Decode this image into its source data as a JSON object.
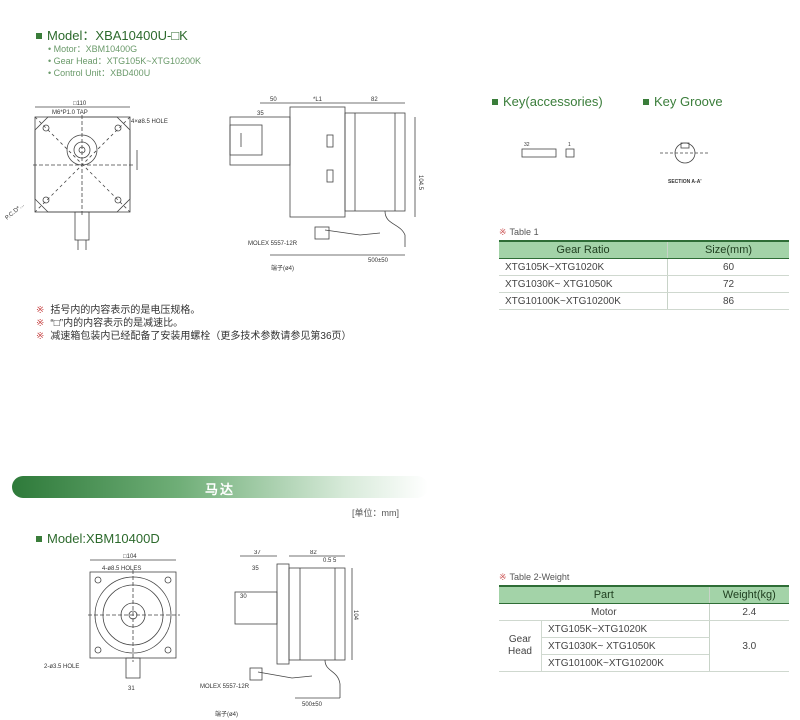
{
  "section1": {
    "model_title": "Model：XBA10400U-□K",
    "lines": [
      "• Motor：XBM10400G",
      "• Gear Head：XTG105K~XTG10200K",
      "• Control Unit：XBD400U"
    ],
    "notes": [
      "括号内的内容表示的是电压规格。",
      "“□”内的内容表示的是减速比。",
      "减速箱包装内已经配备了安装用螺栓（更多技术参数请参见第36页）"
    ],
    "note_mark": "※",
    "drawing_labels": {
      "front_square": "□110",
      "tap": "M6*P1.0 TAP",
      "holes": "4×ø8.5 HOLE",
      "pcd": "P.C.D*...",
      "dim_50": "50",
      "dim_l1": "*L1",
      "dim_82": "82",
      "dim_35": "35",
      "dim_104_5": "104.5",
      "molex": "MOLEX 5557-12R",
      "cable": "500±50",
      "terminal": "端子(ø4)"
    }
  },
  "key_section": {
    "key_title": "Key(accessories)",
    "groove_title": "Key Groove",
    "section_label": "SECTION A-A'"
  },
  "table1": {
    "caption": "Table 1",
    "caption_mark": "※",
    "headers": [
      "Gear Ratio",
      "Size(mm)"
    ],
    "rows": [
      [
        "XTG105K~XTG1020K",
        "60"
      ],
      [
        "XTG1030K~ XTG1050K",
        "72"
      ],
      [
        "XTG10100K~XTG10200K",
        "86"
      ]
    ]
  },
  "banner": {
    "title": "马达"
  },
  "unit_label": "[单位：mm]",
  "section2": {
    "model_title": "Model:XBM10400D",
    "drawing_labels": {
      "front_square": "□104",
      "holes": "4-ø8.5 HOLES",
      "holes2": "2-ø3.5 HOLE",
      "dim_37": "37",
      "dim_35": "35",
      "dim_82": "82",
      "dim_0_5": "0.5 5",
      "dim_30": "30",
      "dim_31": "31",
      "dim_104": "104",
      "molex": "MOLEX 5557-12R",
      "cable": "500±50",
      "terminal": "端子(ø4)"
    }
  },
  "table2": {
    "caption": "Table 2-Weight",
    "caption_mark": "※",
    "headers": [
      "Part",
      "Weight(kg)"
    ],
    "motor_label": "Motor",
    "motor_weight": "2.4",
    "gear_label": "Gear Head",
    "gear_rows": [
      "XTG105K~XTG1020K",
      "XTG1030K~ XTG1050K",
      "XTG10100K~XTG10200K"
    ],
    "gear_weight": "3.0"
  },
  "colors": {
    "accent": "#3a7d3a",
    "table_header": "#a3d3a8"
  }
}
